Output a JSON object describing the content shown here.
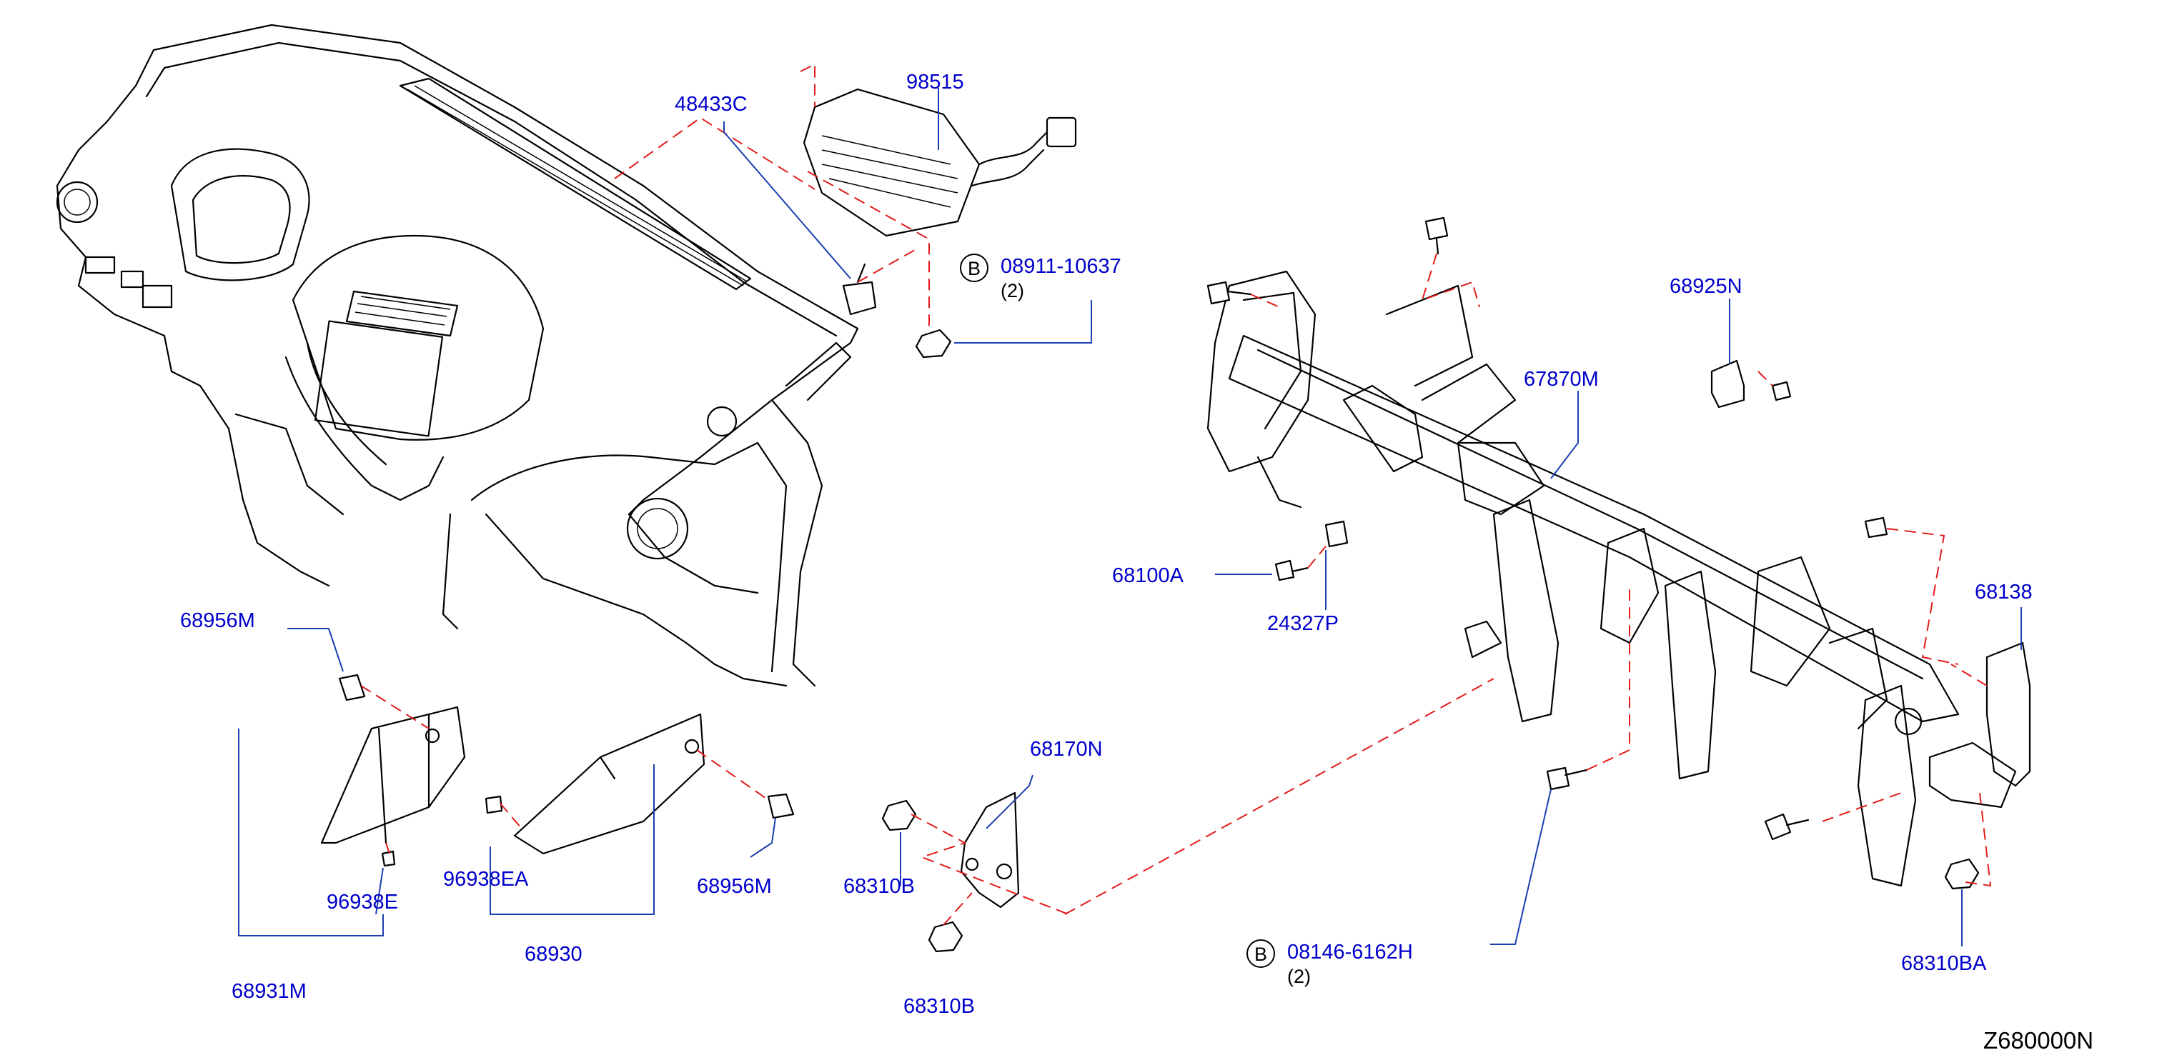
{
  "diagram_code": "Z680000N",
  "parts": {
    "p48433C": "48433C",
    "p98515": "98515",
    "p08911": "08911-10637",
    "p08911_qty": "(2)",
    "p67870M": "67870M",
    "p68925N": "68925N",
    "p68100A": "68100A",
    "p24327P": "24327P",
    "p68138": "68138",
    "p68956M_top": "68956M",
    "p68956M_bottom": "68956M",
    "p96938EA": "96938EA",
    "p96938E": "96938E",
    "p68930": "68930",
    "p68931M": "68931M",
    "p68170N": "68170N",
    "p68310B_top": "68310B",
    "p68310B_bottom": "68310B",
    "p08146": "08146-6162H",
    "p08146_qty": "(2)",
    "p68310BA": "68310BA"
  },
  "callout_letters": {
    "b1": "B",
    "b2": "B"
  },
  "colors": {
    "label": "#0000cc",
    "leader": "#1a3fb0",
    "dashed_connector": "#e21b1b",
    "line_art": "#000000"
  }
}
